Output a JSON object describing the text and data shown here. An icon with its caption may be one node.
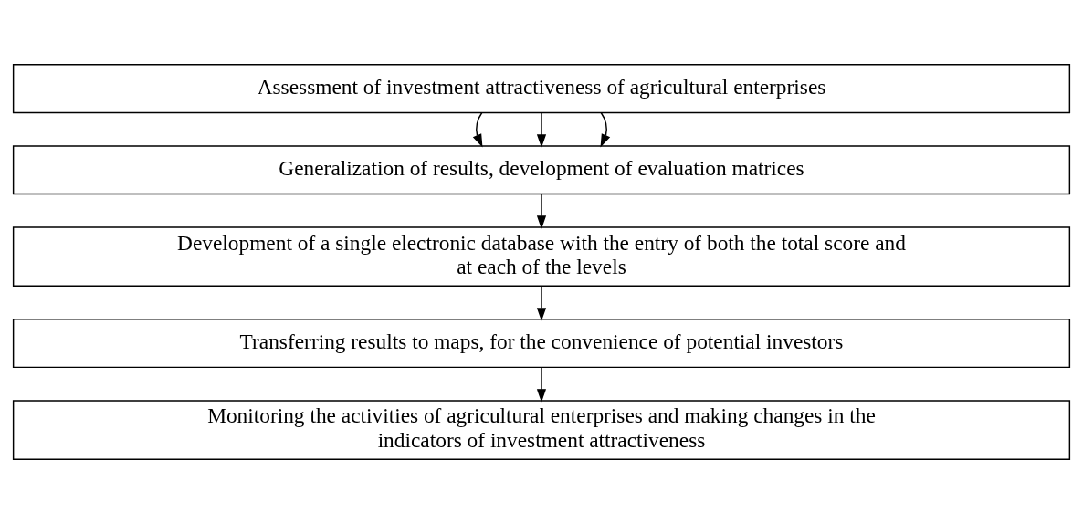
{
  "diagram": {
    "nodes": [
      {
        "text": [
          "Assessment of investment attractiveness of agricultural enterprises"
        ]
      },
      {
        "text": [
          "Generalization of results, development of evaluation matrices"
        ]
      },
      {
        "text": [
          "Development of a single electronic database with the entry of both the total score and at each of the levels"
        ]
      },
      {
        "text": [
          "Transferring results to maps, for the convenience of potential investors"
        ]
      },
      {
        "text": [
          "Monitoring the activities of agricultural enterprises and making changes in the indicators of investment attractiveness"
        ]
      }
    ],
    "edges": [
      {
        "from": 0,
        "to": 1,
        "arrow": "to"
      },
      {
        "from": 0,
        "to": 1,
        "arrow": "to"
      },
      {
        "from": 0,
        "to": 1,
        "arrow": "to"
      },
      {
        "from": 1,
        "to": 2,
        "arrow": "to"
      },
      {
        "from": 2,
        "to": 3,
        "arrow": "to"
      },
      {
        "from": 3,
        "to": 4,
        "arrow": "to"
      }
    ]
  }
}
